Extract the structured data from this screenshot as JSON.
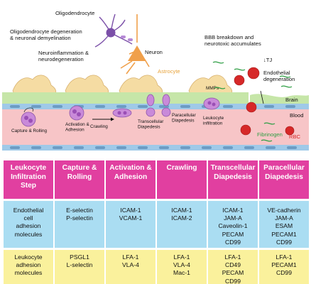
{
  "diagram": {
    "labels": {
      "oligodendrocyte": "Oligodendrocyte",
      "oligo_degeneration": "Oligodendrocyte degeneration\n& neuronal demyelination",
      "neuron": "Neuron",
      "neuroinflammation": "Neuroinflammation &\nneurodegeneration",
      "astrocyte": "Astrocyte",
      "mmps": "MMPs",
      "bbb_breakdown": "BBB breakdown and\nneurotoxic accumulates",
      "tj": "↓TJ",
      "endothelial_degeneration": "Endothelial\ndegeneration",
      "brain": "Brain",
      "blood": "Blood",
      "fibrinogen": "Fibrinogen",
      "rbc": "RBC",
      "step_capture": "Capture & Rolling",
      "step_activation": "Activation &\nAdhesion",
      "step_crawling": "Crawling",
      "step_transcellular": "Transcellular\nDiapedesis",
      "step_paracellular": "Paracellular\nDiapedesis",
      "step_infiltration": "Leukocyte\ninfiltration"
    },
    "colors": {
      "astrocyte": "#f5dca3",
      "astrocyte_label": "#e8a33b",
      "brain_tissue": "#c6e6a8",
      "blood_vessel": "#f7c5c7",
      "endothelium": "#9fc9e8",
      "leukocyte": "#c98ad9",
      "rbc": "#d62828",
      "fibrinogen": "#2e9e44",
      "neuron": "#f0a04b",
      "oligodendrocyte": "#7b4fa8"
    }
  },
  "table": {
    "headers": [
      "Leukocyte\nInfiltration\nStep",
      "Capture &\nRolling",
      "Activation &\nAdhesion",
      "Crawling",
      "Transcellular\nDiapedesis",
      "Paracellular\nDiapedesis"
    ],
    "endothelial_row": [
      "Endothelial\ncell\nadhesion\nmolecules",
      "E-selectin\nP-selectin",
      "ICAM-1\nVCAM-1",
      "ICAM-1\nICAM-2",
      "ICAM-1\nJAM-A\nCaveolin-1\nPECAM\nCD99",
      "VE-cadherin\nJAM-A\nESAM\nPECAM1\nCD99"
    ],
    "leukocyte_row": [
      "Leukocyte\nadhesion\nmolecules",
      "PSGL1\nL-selectin",
      "LFA-1\nVLA-4",
      "LFA-1\nVLA-4\nMac-1",
      "LFA-1\nCD49\nPECAM\nCD99",
      "LFA-1\nPECAM1\nCD99"
    ]
  }
}
